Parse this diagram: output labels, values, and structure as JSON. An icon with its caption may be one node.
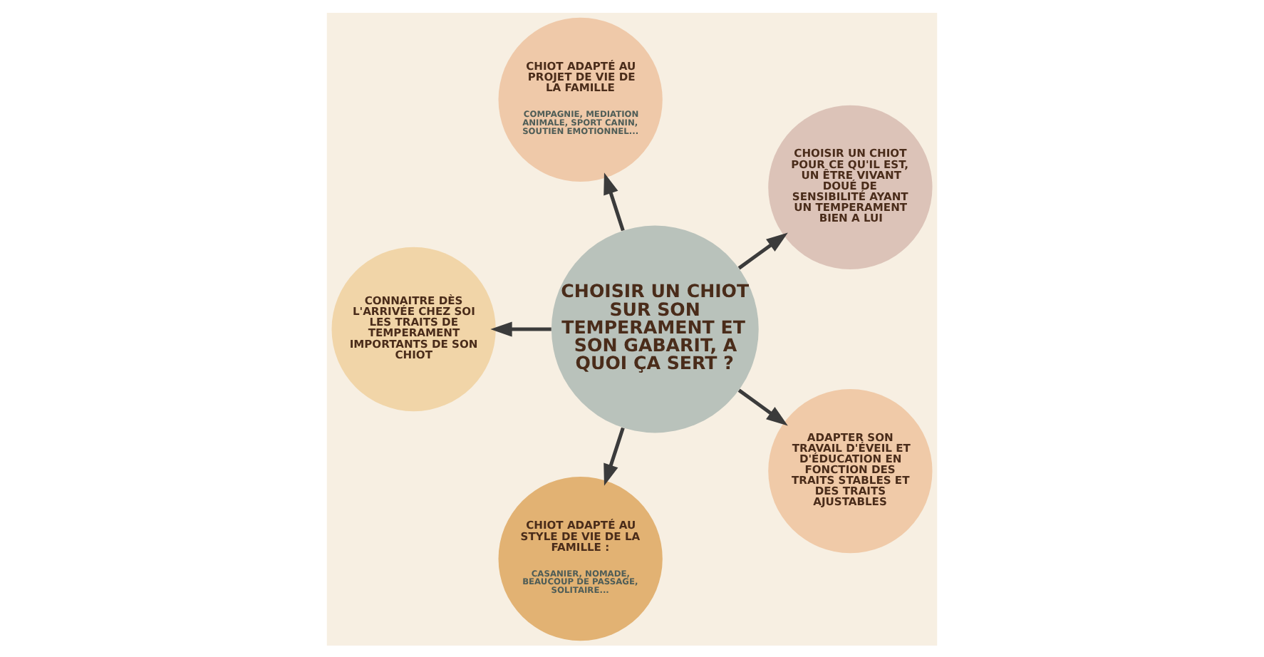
{
  "diagram": {
    "nodes": [
      {
        "text": [
          "CHOISIR UN CHIOT POUR CE QU'IL EST, UN ÊTRE VIVANT DOUÉ DE SENSIBILITÉ AYANT UN TEMPERAMENT BIEN A LUI"
        ]
      },
      {
        "text": [
          "CHIOT ADAPTÉ AU PROJET DE VIE DE LA FAMILLE",
          "COMPAGNIE, MEDIATION ANIMALE, SPORT CANIN, SOUTIEN EMOTIONNEL..."
        ]
      },
      {
        "text": [
          "CONNAITRE DÈS L'ARRIVÉE CHEZ SOI LES TRAITS DE TEMPERAMENT IMPORTANTS DE SON CHIOT"
        ]
      },
      {
        "text": [
          "CHOISIR UN CHIOT SUR SON TEMPERAMENT ET SON GABARIT, A QUOI ÇA SERT ?"
        ]
      },
      {
        "text": [
          "CHIOT ADAPTÉ AU STYLE DE VIE DE LA FAMILLE :",
          "CASANIER, NOMADE, BEAUCOUP DE PASSAGE, SOLITAIRE..."
        ]
      },
      {
        "text": [
          "ADAPTER SON TRAVAIL D'ÉVEIL ET D'ÉDUCATION EN FONCTION DES TRAITS STABLES ET DES TRAITS AJUSTABLES"
        ]
      }
    ],
    "edges": [
      {
        "from": 3,
        "to": 0,
        "arrow": "to"
      },
      {
        "from": 3,
        "to": 1,
        "arrow": "to"
      },
      {
        "from": 3,
        "to": 2,
        "arrow": "to"
      },
      {
        "from": 3,
        "to": 4,
        "arrow": "to"
      },
      {
        "from": 3,
        "to": 5,
        "arrow": "to"
      }
    ]
  }
}
